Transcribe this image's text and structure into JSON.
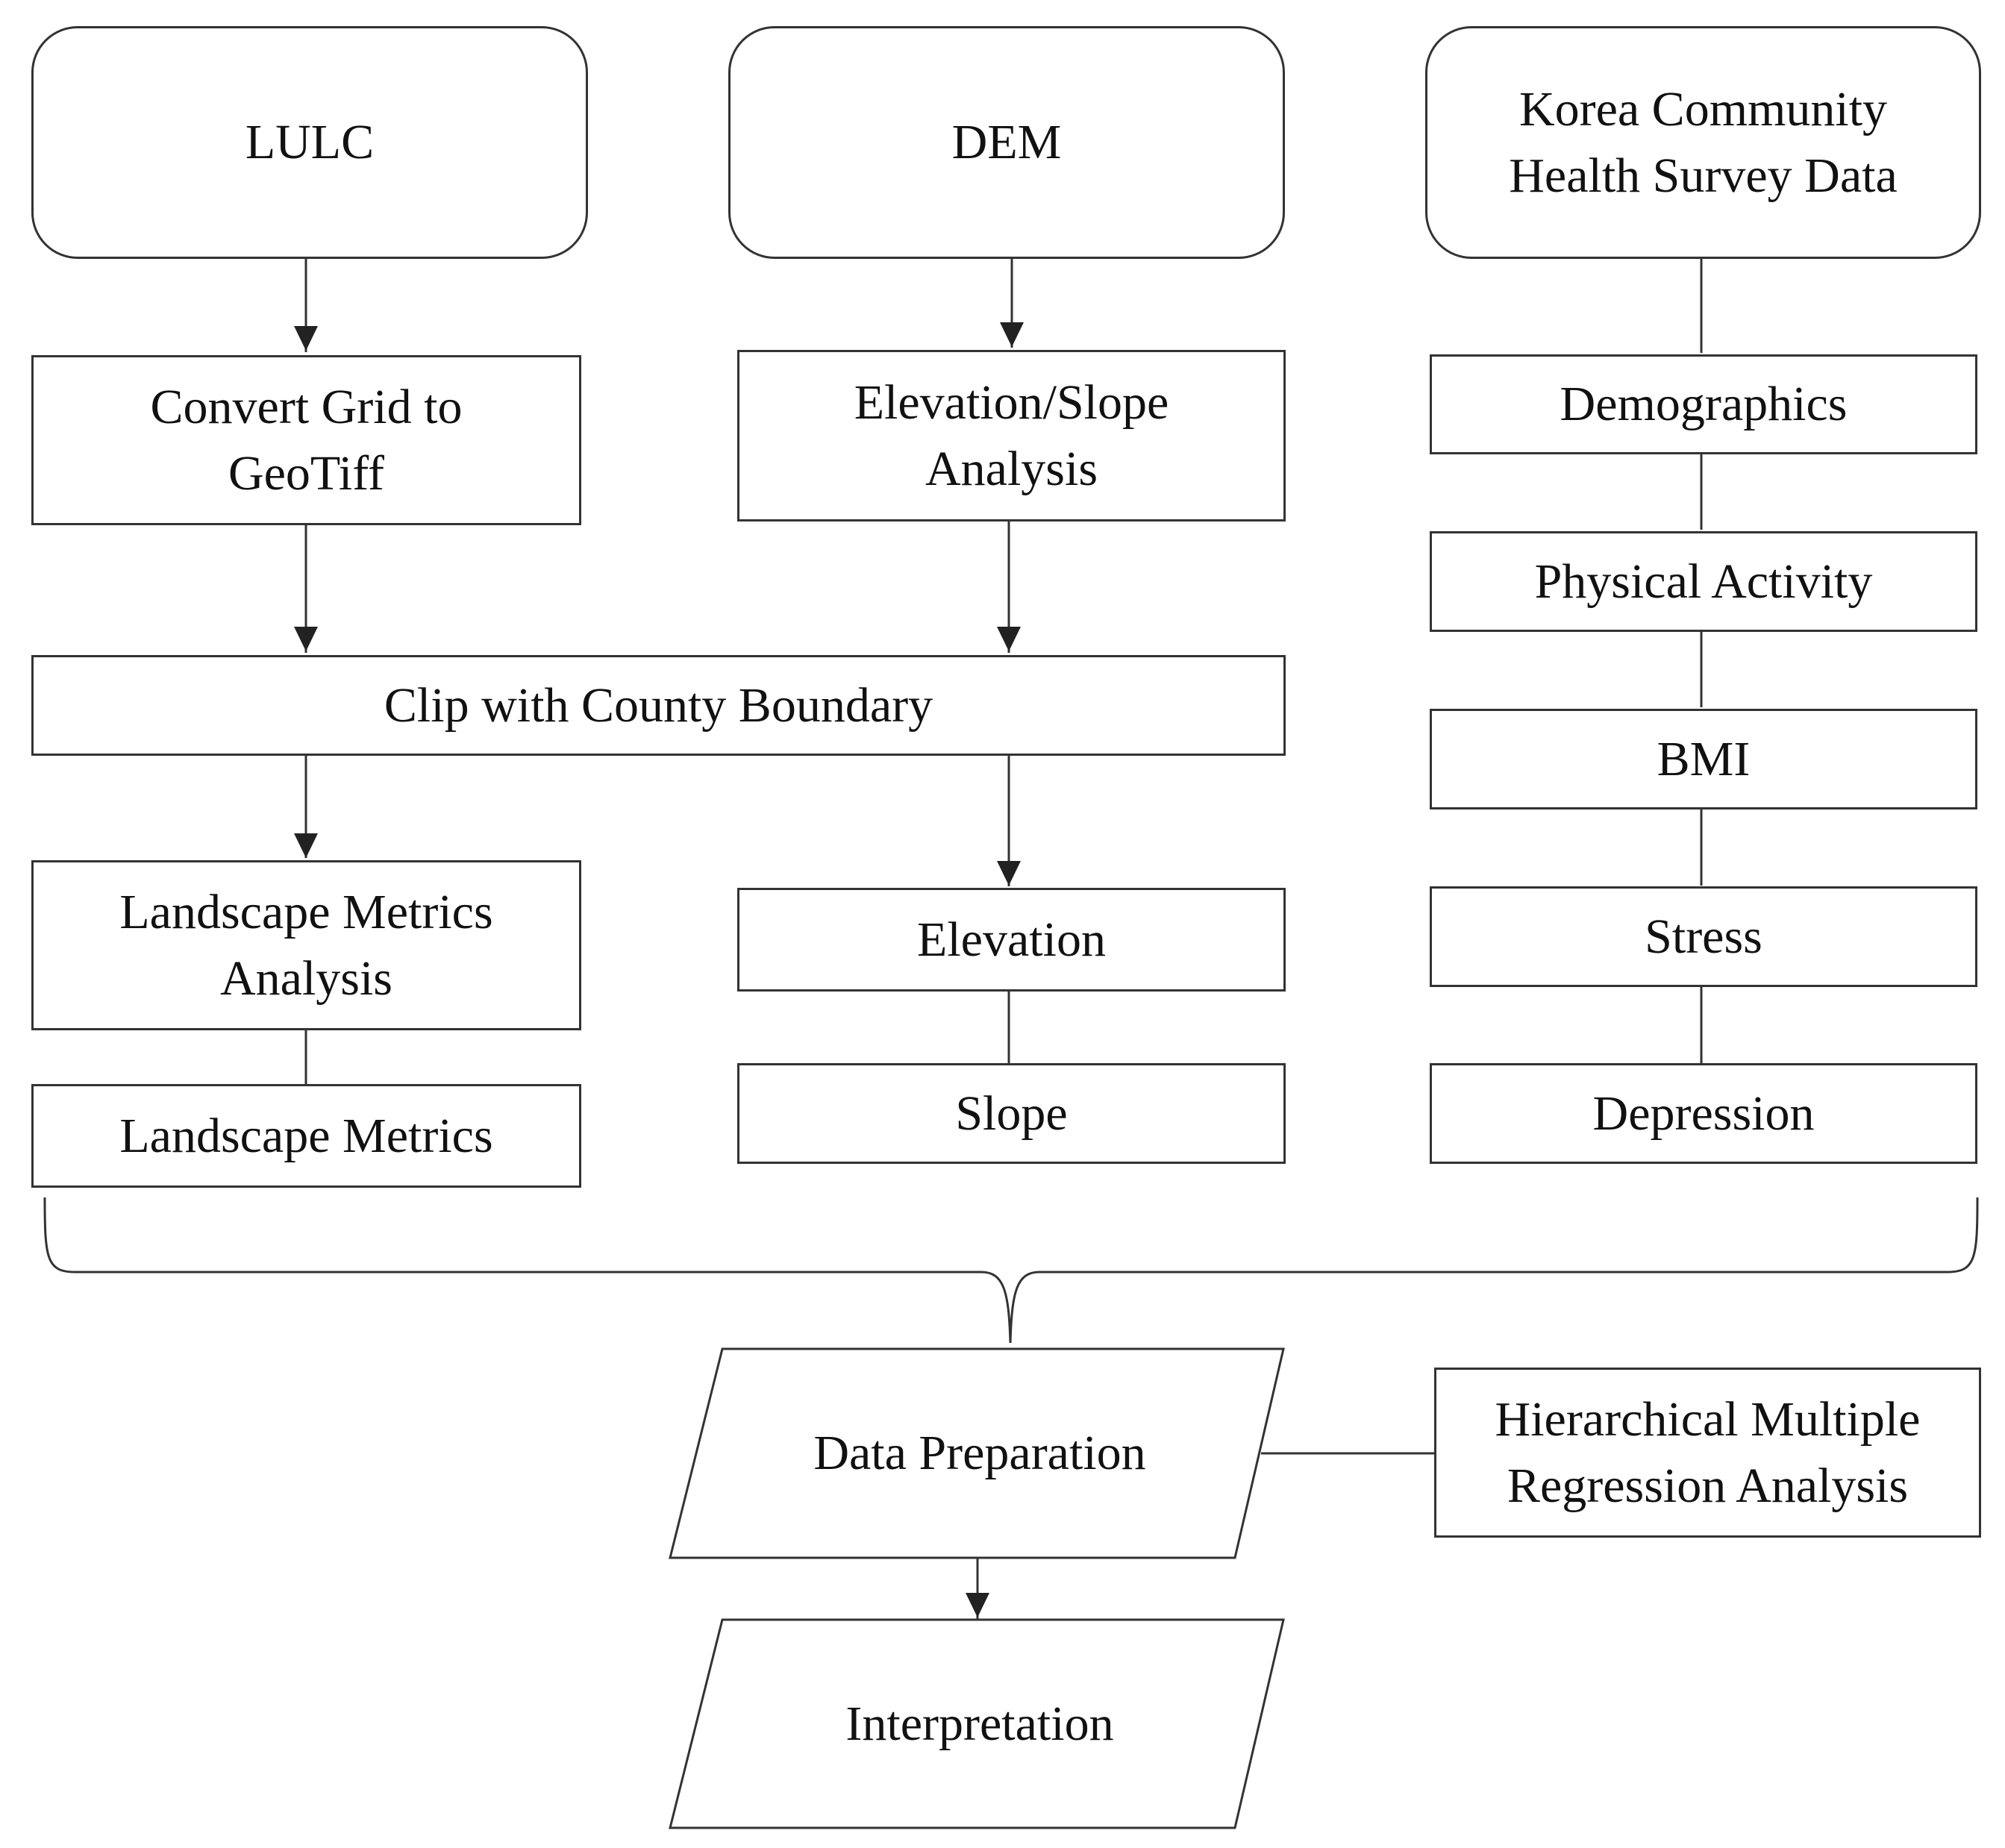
{
  "sources": {
    "lulc": "LULC",
    "dem": "DEM",
    "kchs": "Korea Community\nHealth Survey Data"
  },
  "lulc_steps": {
    "convert": "Convert Grid to\nGeoTiff",
    "landscape_analysis": "Landscape Metrics\nAnalysis",
    "landscape_metrics": "Landscape Metrics"
  },
  "dem_steps": {
    "elev_slope_analysis": "Elevation/Slope\nAnalysis",
    "elevation": "Elevation",
    "slope": "Slope"
  },
  "clip": "Clip with County Boundary",
  "survey_vars": {
    "demographics": "Demographics",
    "physical_activity": "Physical Activity",
    "bmi": "BMI",
    "stress": "Stress",
    "depression": "Depression"
  },
  "data_preparation": "Data Preparation",
  "interpretation": "Interpretation",
  "regression": "Hierarchical Multiple\nRegression Analysis",
  "colors": {
    "stroke": "#333333",
    "text": "#111111",
    "background": "#ffffff"
  }
}
